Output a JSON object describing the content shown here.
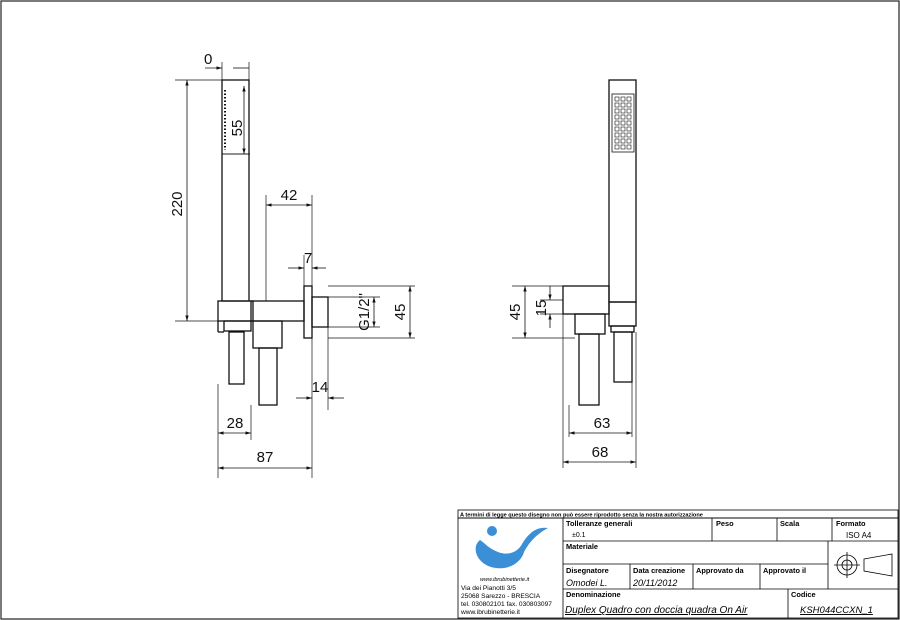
{
  "dimensions_left": {
    "d0": "0",
    "d55": "55",
    "d220": "220",
    "d42": "42",
    "d7": "7",
    "thread": "G1/2\"",
    "d45": "45",
    "d14": "14",
    "d28": "28",
    "d87": "87"
  },
  "dimensions_right": {
    "d45": "45",
    "d15": "15",
    "d63": "63",
    "d68": "68"
  },
  "title_block": {
    "notice": "A termini di legge questo disegno non può essere riprodotto senza la nostra autorizzazione",
    "logo_url": "www.ibrubinetterie.it",
    "address_lines": [
      "Via dei Pianotti 3/5",
      "25068 Sarezzo - BRESCIA",
      "tel. 030802101 fax. 030803097",
      "www.ibrubinetterie.it"
    ],
    "tolleranze_label": "Tolleranze generali",
    "tolleranze_value": "±0.1",
    "peso_label": "Peso",
    "scala_label": "Scala",
    "formato_label": "Formato",
    "formato_value": "ISO A4",
    "materiale_label": "Materiale",
    "disegnatore_label": "Disegnatore",
    "disegnatore_value": "Omodei L.",
    "data_label": "Data creazione",
    "data_value": "20/11/2012",
    "approvato_da_label": "Approvato da",
    "approvato_il_label": "Approvato il",
    "denominazione_label": "Denominazione",
    "denominazione_value": "Duplex Quadro con doccia quadra On Air",
    "codice_label": "Codice",
    "codice_value": "KSH044CCXN_1"
  },
  "colors": {
    "notice_red": "#e00000",
    "logo_blue": "#3a8fd6",
    "value_blue": "#1f3fbf"
  }
}
